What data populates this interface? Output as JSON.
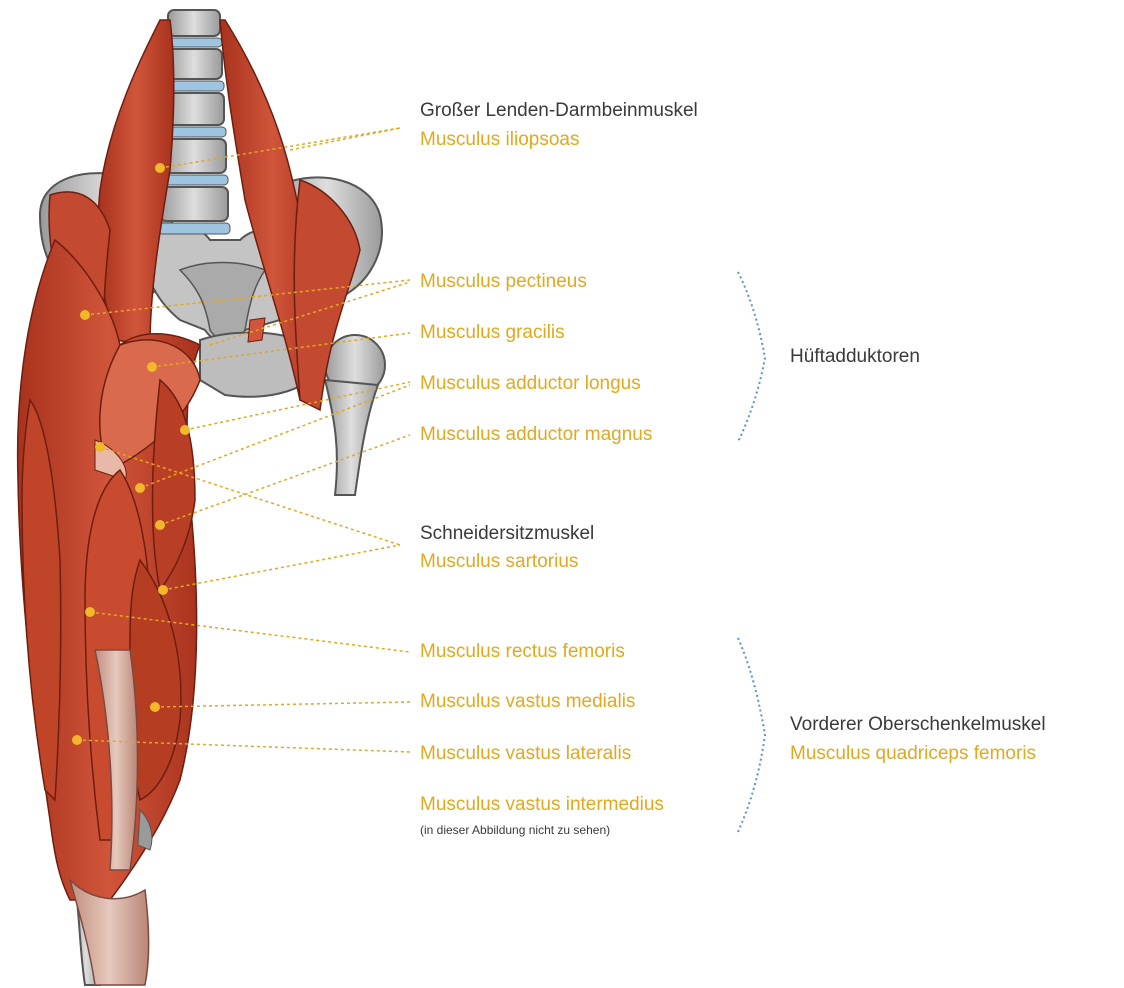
{
  "colors": {
    "muscle": "#c8442b",
    "muscle_dark": "#8e2a17",
    "bone": "#c8c8c8",
    "bone_dark": "#7a7a7a",
    "disc": "#9ec4e0",
    "tendon": "#d7b5a6",
    "german_text": "#3a3a3a",
    "latin_text": "#e2a81f",
    "leader": "#e2a81f",
    "bracket": "#5b93c6"
  },
  "labels": {
    "iliopsoas_de": "Großer Lenden-Darmbeinmuskel",
    "iliopsoas_la": "Musculus iliopsoas",
    "pectineus": "Musculus pectineus",
    "gracilis": "Musculus gracilis",
    "adductor_longus": "Musculus adductor longus",
    "adductor_magnus": "Musculus adductor magnus",
    "sartorius_de": "Schneidersitzmuskel",
    "sartorius_la": "Musculus sartorius",
    "rectus_femoris": "Musculus rectus femoris",
    "vastus_medialis": "Musculus vastus medialis",
    "vastus_lateralis": "Musculus vastus lateralis",
    "vastus_intermedius": "Musculus vastus intermedius",
    "vastus_intermedius_note": "(in dieser Abbildung nicht zu sehen)",
    "adductors_group": "Hüftadduktoren",
    "quadriceps_de": "Vorderer Oberschenkelmuskel",
    "quadriceps_la": "Musculus quadriceps femoris"
  }
}
